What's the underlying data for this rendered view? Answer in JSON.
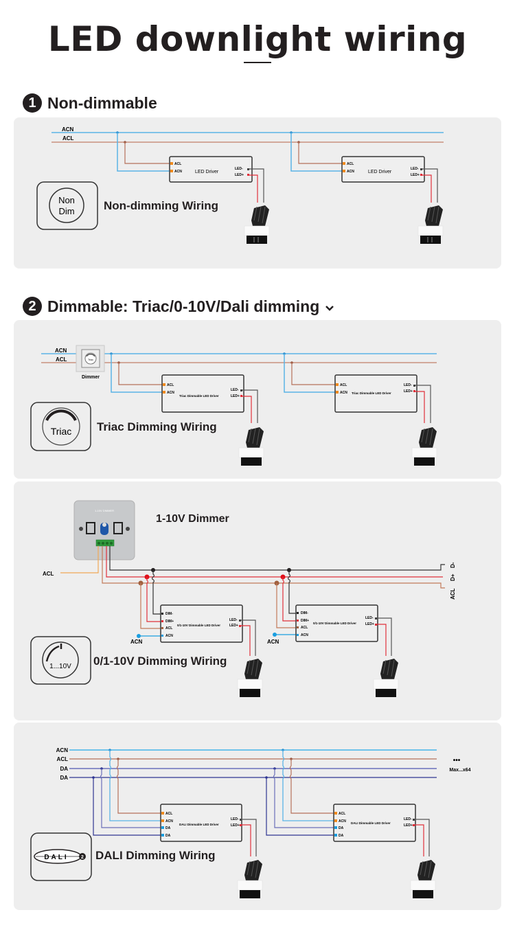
{
  "page": {
    "title": "LED downlight wiring"
  },
  "sections": [
    {
      "number": "1",
      "heading": "Non-dimmable",
      "heading_suffix": ""
    },
    {
      "number": "2",
      "heading": "Dimmable:",
      "heading_suffix": " Triac/0-10V/Dali dimming",
      "chevron_icon": "chevron-down-icon"
    }
  ],
  "nondim": {
    "bus_labels": [
      "ACN",
      "ACL"
    ],
    "badge_line1": "Non",
    "badge_line2": "Dim",
    "caption": "Non-dimming Wiring",
    "driver_label": "LED Driver",
    "driver_inputs": [
      "ACL",
      "ACN"
    ],
    "driver_outputs": [
      "LED-",
      "LED+"
    ],
    "colors": {
      "acn": "#5ab4e6",
      "acl": "#b5705a",
      "led_minus": "#555555",
      "led_plus": "#e0303a",
      "terminal": "#f08a1c"
    }
  },
  "triac": {
    "bus_labels": [
      "ACN",
      "ACL"
    ],
    "dimmer_label": "Dimmer",
    "dimmer_knob_text": "Triac",
    "badge_text": "Triac",
    "caption": "Triac Dimming Wiring",
    "driver_label": "Triac Dimmable LED Driver",
    "driver_inputs": [
      "ACL",
      "ACN"
    ],
    "driver_outputs": [
      "LED-",
      "LED+"
    ]
  },
  "zero_ten": {
    "dimmer_title": "1-10V Dimmer",
    "acl_label": "ACL",
    "acn_label": "ACN",
    "right_labels": [
      "D-",
      "D+",
      "ACL"
    ],
    "badge_text": "1...10V",
    "caption": "0/1-10V Dimming Wiring",
    "driver_label": "0/1-10V Dimmable LED Driver",
    "driver_inputs": [
      "DIM-",
      "DIM+",
      "ACL",
      "ACN"
    ],
    "driver_outputs": [
      "LED-",
      "LED+"
    ],
    "dimmer_plate_text": "1-10V DIMMER"
  },
  "dali": {
    "bus_labels": [
      "ACN",
      "ACL",
      "DA",
      "DA"
    ],
    "more_label": "•••",
    "max_label": "Max...x64",
    "badge_text": "DALI",
    "badge_suffix": "2",
    "caption": "DALI Dimming Wiring",
    "driver_label": "DALI Dimmable LED Driver",
    "driver_inputs": [
      "ACL",
      "ACN",
      "DA",
      "DA"
    ],
    "driver_outputs": [
      "LED-",
      "LED+"
    ],
    "colors": {
      "da1": "#8a8ec8",
      "da2": "#2e3592"
    }
  }
}
